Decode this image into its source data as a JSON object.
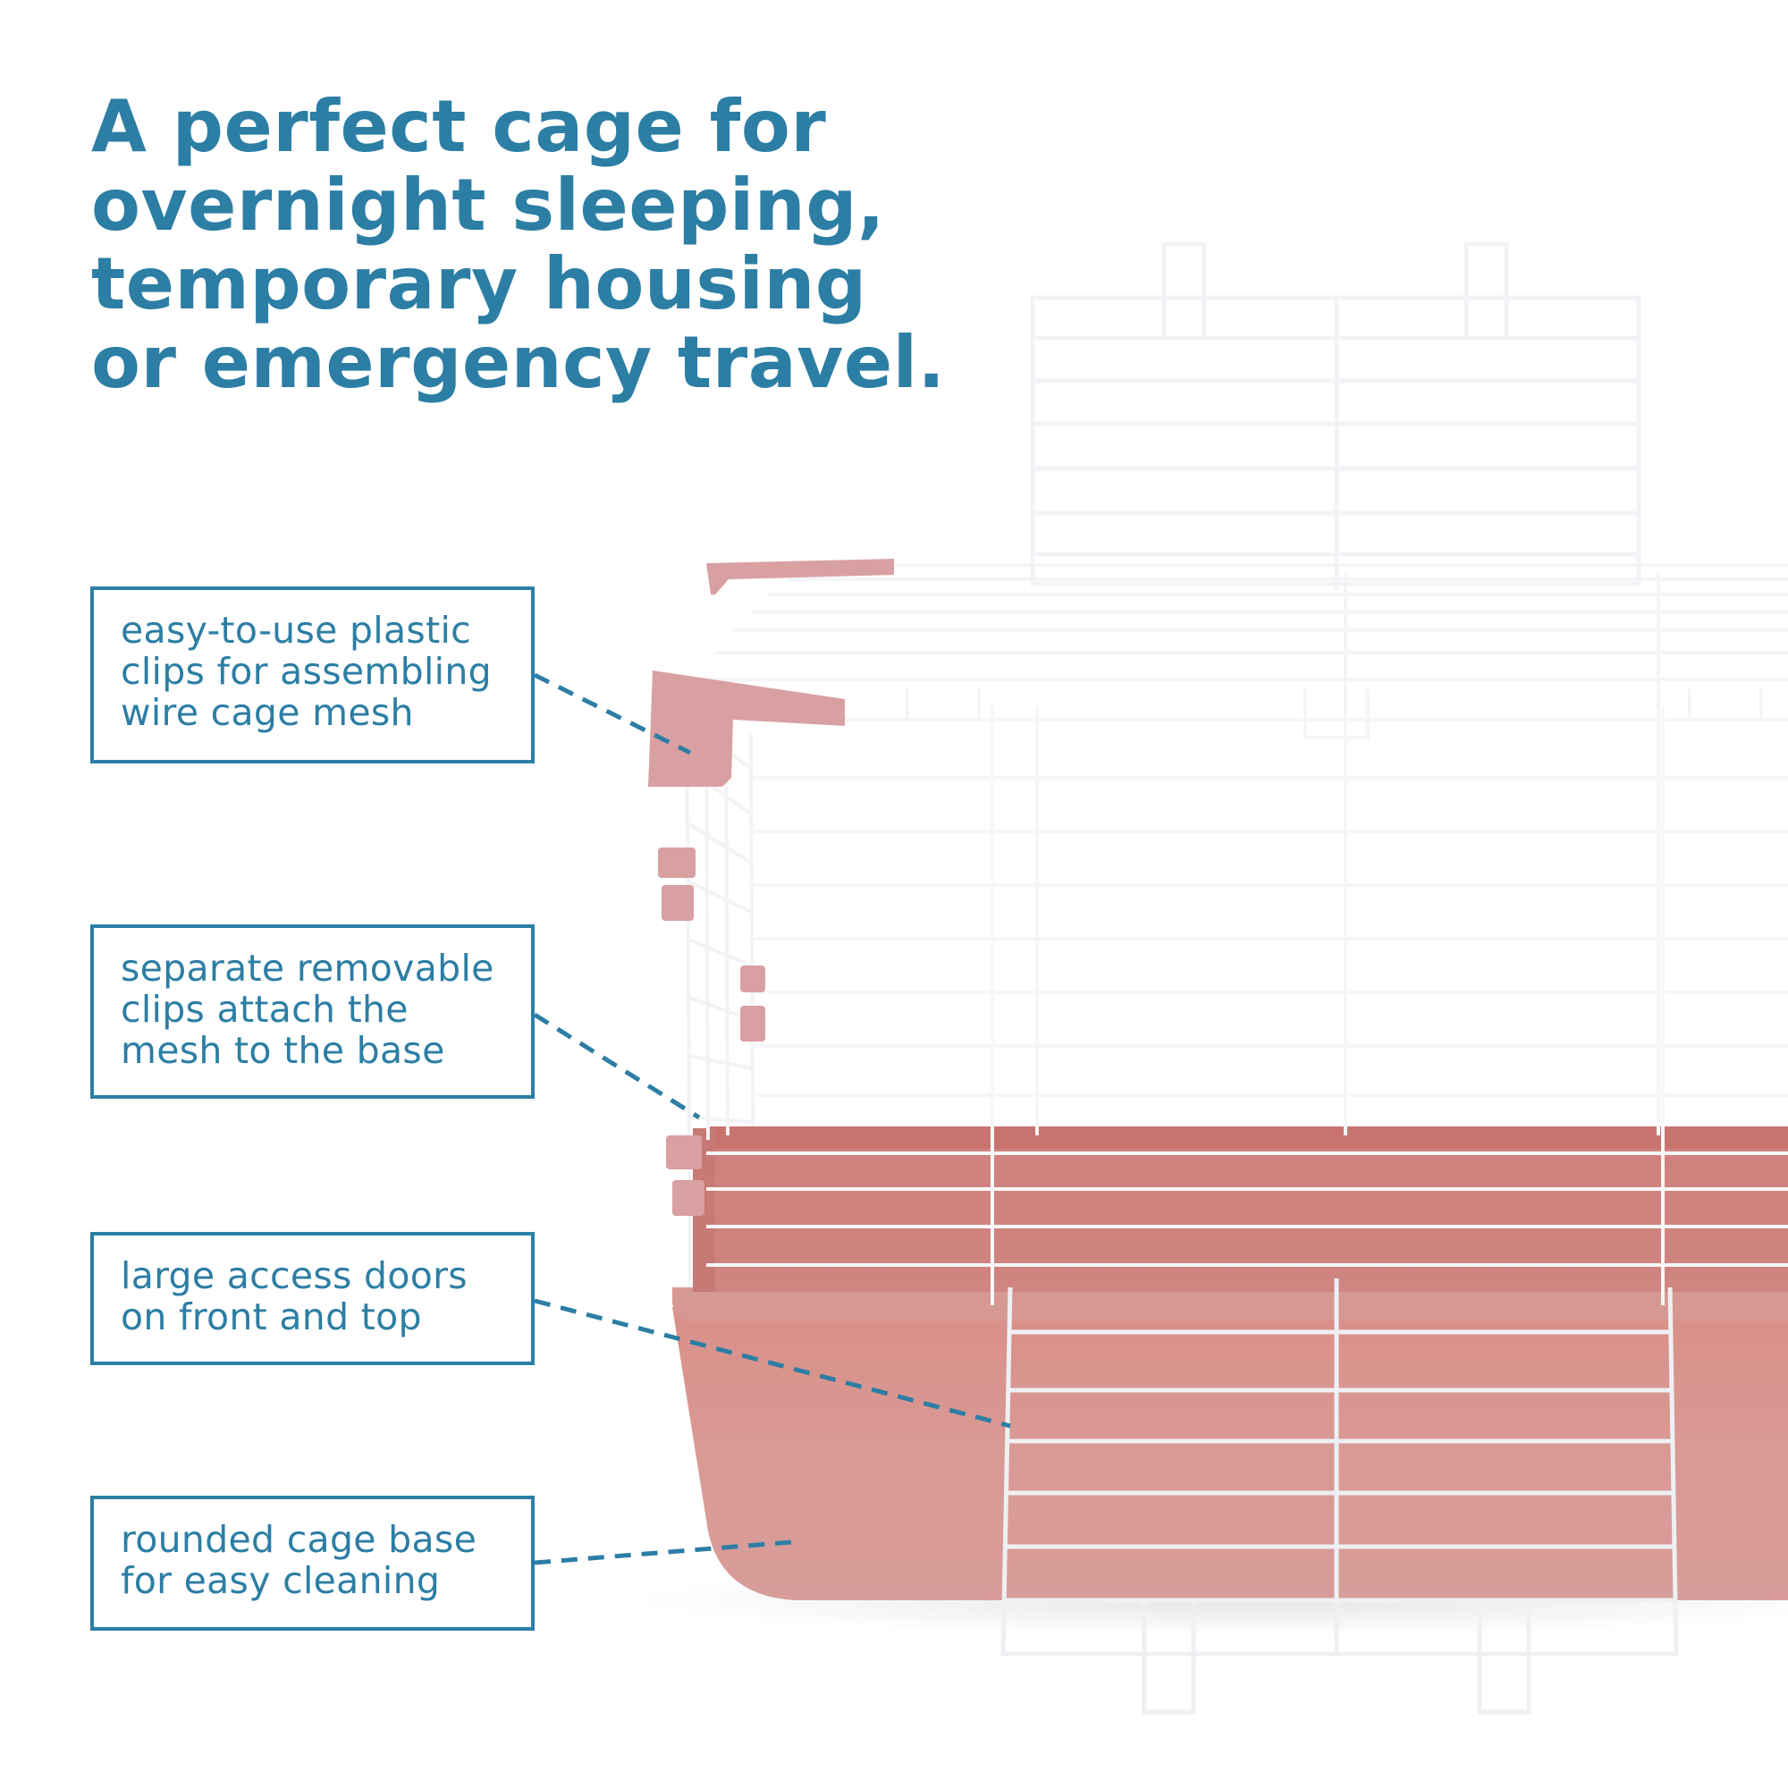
{
  "colors": {
    "accent": "#2c7ea4",
    "cage_base": "#d48f8b",
    "wire": "#f7f8fa"
  },
  "headline": {
    "lines": [
      "A perfect cage for",
      "overnight sleeping,",
      "temporary housing",
      "or emergency travel."
    ]
  },
  "callouts": [
    {
      "lines": [
        "easy-to-use plastic",
        "clips for assembling",
        "wire cage mesh"
      ]
    },
    {
      "lines": [
        "separate removable",
        "clips attach the",
        "mesh to the base"
      ]
    },
    {
      "lines": [
        "large access doors",
        "on front and top"
      ]
    },
    {
      "lines": [
        "rounded cage base",
        "for easy cleaning"
      ]
    }
  ],
  "product_image": {
    "subject": "pink plastic-base pet cage with white wire mesh"
  }
}
